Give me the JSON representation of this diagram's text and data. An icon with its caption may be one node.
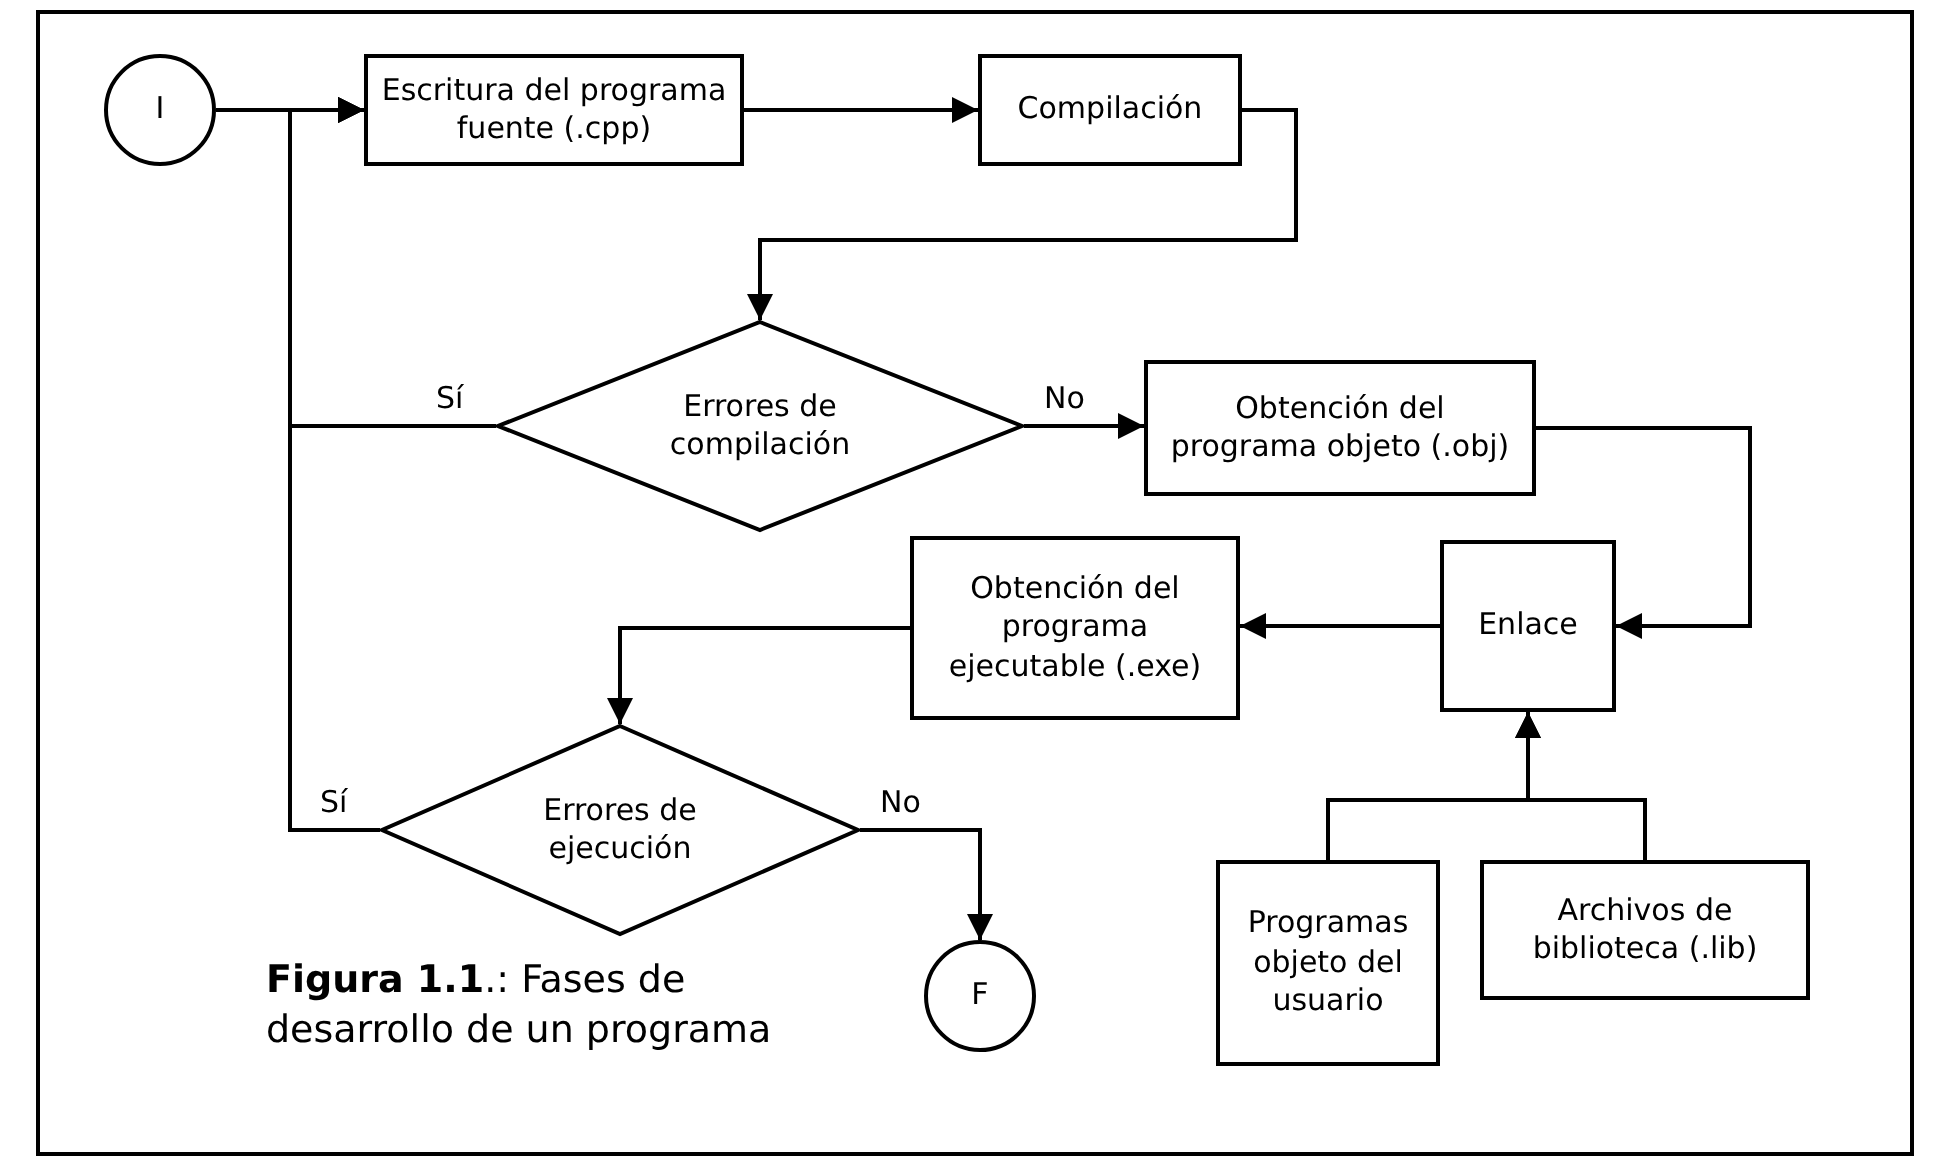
{
  "diagram": {
    "caption": "**Figura 1.1**.: Fases de desarrollo de un programa",
    "nodes": [
      {
        "text": [
          "I"
        ]
      },
      {
        "text": [
          "Escritura del programa fuente (.cpp)"
        ]
      },
      {
        "text": [
          "Compilación"
        ]
      },
      {
        "text": [
          "Errores de compilación"
        ]
      },
      {
        "text": [
          "Obtención del programa objeto (.obj)"
        ]
      },
      {
        "text": [
          "Obtención del programa ejecutable (.exe)"
        ]
      },
      {
        "text": [
          "Enlace"
        ]
      },
      {
        "text": [
          "Errores de ejecución"
        ]
      },
      {
        "text": [
          "F"
        ]
      },
      {
        "text": [
          "Programas objeto del usuario"
        ]
      },
      {
        "text": [
          "Archivos de biblioteca (.lib)"
        ]
      }
    ],
    "edges": [
      {
        "from": 0,
        "to": 1,
        "arrow": "to"
      },
      {
        "from": 1,
        "to": 2,
        "arrow": "to"
      },
      {
        "from": 2,
        "to": 3,
        "arrow": "to"
      },
      {
        "from": 3,
        "to": 1,
        "arrow": "to",
        "label": "Sí"
      },
      {
        "from": 3,
        "to": 4,
        "arrow": "to",
        "label": "No"
      },
      {
        "from": 4,
        "to": 6,
        "arrow": "to"
      },
      {
        "from": 6,
        "to": 5,
        "arrow": "to"
      },
      {
        "from": 5,
        "to": 7,
        "arrow": "to"
      },
      {
        "from": 7,
        "to": 1,
        "arrow": "to",
        "label": "Sí"
      },
      {
        "from": 7,
        "to": 8,
        "arrow": "to",
        "label": "No"
      },
      {
        "from": 9,
        "to": 6,
        "arrow": "to"
      },
      {
        "from": 10,
        "to": 6,
        "arrow": "to"
      }
    ]
  }
}
